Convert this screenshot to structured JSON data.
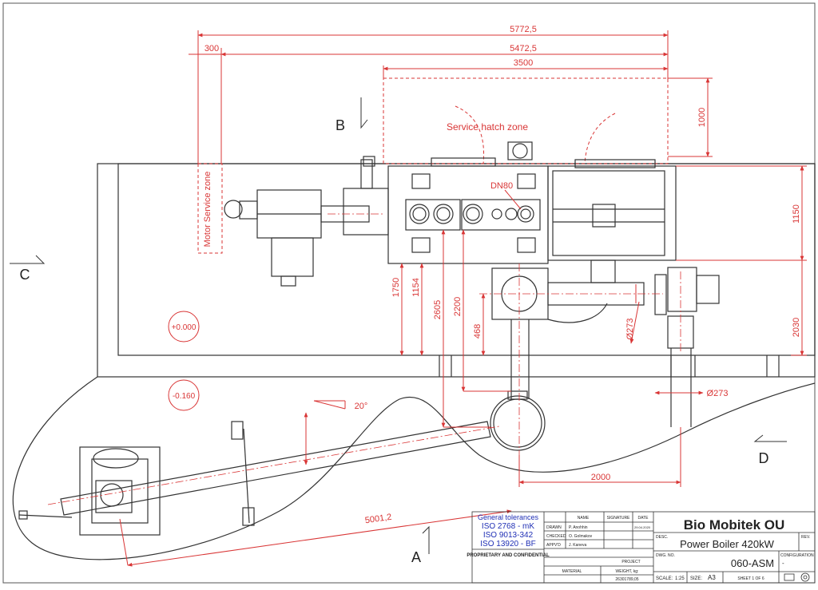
{
  "colors": {
    "dimension": "#d93636",
    "outline": "#333333",
    "title_block_text": "#222222",
    "tolerance_text": "#1f2fb5"
  },
  "drawing": {
    "dims": {
      "d5772": "5772,5",
      "d5472": "5472,5",
      "d3500": "3500",
      "d300": "300",
      "d1000": "1000",
      "d1150": "1150",
      "d2030": "2030",
      "d1750": "1750",
      "d1154": "1154",
      "d2605": "2605",
      "d2200": "2200",
      "d468": "468",
      "d273a": "Ø273",
      "d273b": "Ø273",
      "d2000": "2000",
      "d5001": "5001,2",
      "angle": "20°"
    },
    "labels": {
      "service_hatch": "Service hatch zone",
      "motor_service": "Motor Service zone",
      "dn80": "DN80",
      "level_0": "+0.000",
      "level_160": "-0.160"
    },
    "sections": {
      "a": "A",
      "b": "B",
      "c": "C",
      "d": "D"
    }
  },
  "title_block": {
    "tolerances": {
      "header": "General tolerances",
      "l1": "ISO 2768 - mK",
      "l2": "ISO 9013-342",
      "l3": "ISO 13920 - BF"
    },
    "proprietary": "PROPRIETARY AND CONFIDENTIAL",
    "table": {
      "name_h": "NAME",
      "signature_h": "SIGNATURE",
      "date_h": "DATE",
      "drawn_l": "DRAWN",
      "drawn_n": "P. Anohhin",
      "drawn_d": "29.04.2020",
      "checked_l": "CHECKED",
      "checked_n": "O. Golmakov",
      "appvd_l": "APPV'D",
      "appvd_n": "J. Kaneva",
      "project": "PROJECT",
      "material": "MATERIAL",
      "weight_l": "WEIGHT, kg:",
      "weight_v": "26301789,05"
    },
    "company": "Bio Mobitek OU",
    "desc_l": "DESC.",
    "desc": "Power Boiler 420kW",
    "rev_l": "REV.",
    "dwg_l": "DWG. NO.",
    "dwg": "060-ASM",
    "config_l": "CONFIGURATION",
    "config_v": "-",
    "scale_l": "SCALE:",
    "scale_v": "1:25",
    "size_l": "SIZE:",
    "size_v": "A3",
    "sheet": "SHEET 1 OF 6"
  }
}
